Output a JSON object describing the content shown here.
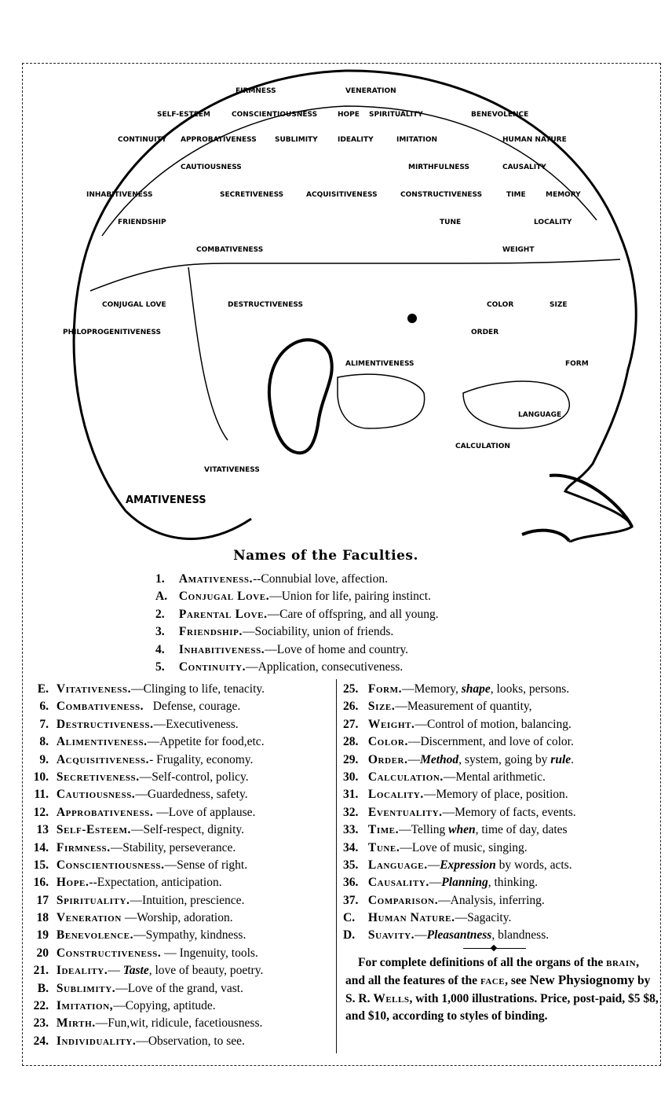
{
  "head": {
    "labels": [
      "FIRMNESS",
      "VENERATION",
      "BENEVOLENCE",
      "SELF-ESTEEM",
      "CONTINUITY",
      "APPROBATIVENESS",
      "CONSCIENTIOUSNESS",
      "HOPE",
      "SPIRITUALITY",
      "IMITATION",
      "SUBLIMITY",
      "IDEALITY",
      "CAUSALITY",
      "HUMAN NATURE",
      "MIRTHFULNESS",
      "CAUTIOUSNESS",
      "INHABITIVENESS",
      "FRIENDSHIP",
      "SECRETIVENESS",
      "ACQUISITIVENESS",
      "CONSTRUCTIVENESS",
      "TIME",
      "MEMORY",
      "LOCALITY",
      "TUNE",
      "COMBATIVENESS",
      "DESTRUCTIVENESS",
      "ALIMENTIVENESS",
      "PHILOPROGENITIVENESS",
      "CONJUGAL LOVE",
      "VITATIVENESS",
      "AMATIVENESS",
      "CALCULATION",
      "LANGUAGE",
      "FORM",
      "SIZE",
      "ORDER",
      "COLOR",
      "WEIGHT"
    ]
  },
  "title": "Names of the Faculties.",
  "top_list": [
    {
      "num": "1.",
      "name": "Amativeness.",
      "desc": [
        [
          "--Connubial love, affection.",
          0
        ]
      ]
    },
    {
      "num": "A.",
      "name": "Conjugal Love.",
      "desc": [
        [
          "—Union for life, pairing instinct.",
          0
        ]
      ]
    },
    {
      "num": "2.",
      "name": "Parental Love.",
      "desc": [
        [
          "—Care of offspring, and all young.",
          0
        ]
      ]
    },
    {
      "num": "3.",
      "name": "Friendship.",
      "desc": [
        [
          "—Sociability, union of friends.",
          0
        ]
      ]
    },
    {
      "num": "4.",
      "name": "Inhabitiveness.",
      "desc": [
        [
          "—Love of home and country.",
          0
        ]
      ]
    },
    {
      "num": "5.",
      "name": "Continuity.",
      "desc": [
        [
          "—Application, consecutiveness.",
          0
        ]
      ]
    }
  ],
  "left_list": [
    {
      "num": "E.",
      "name": "Vitativeness.",
      "desc": [
        [
          "—Clinging to life, tenacity.",
          0
        ]
      ]
    },
    {
      "num": "6.",
      "name": "Combativeness.",
      "desc": [
        [
          "   Defense, courage.",
          0
        ]
      ]
    },
    {
      "num": "7.",
      "name": "Destructiveness.",
      "desc": [
        [
          "—Executiveness.",
          0
        ]
      ]
    },
    {
      "num": "8.",
      "name": "Alimentiveness.",
      "desc": [
        [
          "—Appetite for food,etc.",
          0
        ]
      ]
    },
    {
      "num": "9.",
      "name": "Acquisitiveness.",
      "desc": [
        [
          "- Frugality, economy.",
          0
        ]
      ]
    },
    {
      "num": "10.",
      "name": "Secretiveness.",
      "desc": [
        [
          "—Self-control, policy.",
          0
        ]
      ]
    },
    {
      "num": "11.",
      "name": "Cautiousness.",
      "desc": [
        [
          "—Guardedness, safety.",
          0
        ]
      ]
    },
    {
      "num": "12.",
      "name": "Approbativeness.",
      "desc": [
        [
          " —Love of applause.",
          0
        ]
      ]
    },
    {
      "num": "13",
      "name": "Self-Esteem.",
      "desc": [
        [
          "—Self-respect, dignity.",
          0
        ]
      ]
    },
    {
      "num": "14.",
      "name": "Firmness.",
      "desc": [
        [
          "—Stability, perseverance.",
          0
        ]
      ]
    },
    {
      "num": "15.",
      "name": "Conscientiousness.",
      "desc": [
        [
          "—Sense of right.",
          0
        ]
      ]
    },
    {
      "num": "16.",
      "name": "Hope.",
      "desc": [
        [
          "--Expectation, anticipation.",
          0
        ]
      ]
    },
    {
      "num": "17",
      "name": "Spirituality.",
      "desc": [
        [
          "—Intuition, prescience.",
          0
        ]
      ]
    },
    {
      "num": "18",
      "name": "Veneration",
      "desc": [
        [
          " —Worship, adoration.",
          0
        ]
      ]
    },
    {
      "num": "19",
      "name": "Benevolence.",
      "desc": [
        [
          "—Sympathy, kindness.",
          0
        ]
      ]
    },
    {
      "num": "20",
      "name": "Constructiveness.",
      "desc": [
        [
          " — Ingenuity, tools.",
          0
        ]
      ]
    },
    {
      "num": "21.",
      "name": "Ideality.",
      "desc": [
        [
          "— ",
          0
        ],
        [
          "Taste",
          1
        ],
        [
          ", love of beauty, poetry.",
          0
        ]
      ]
    },
    {
      "num": "B.",
      "name": "Sublimity.",
      "desc": [
        [
          "—Love of the grand, vast.",
          0
        ]
      ]
    },
    {
      "num": "22.",
      "name": "Imitation,",
      "desc": [
        [
          "—Copying, aptitude.",
          0
        ]
      ]
    },
    {
      "num": "23.",
      "name": "Mirth.",
      "desc": [
        [
          "—Fun,wit, ridicule, facetiousness.",
          0
        ]
      ]
    },
    {
      "num": "24.",
      "name": "Individuality.",
      "desc": [
        [
          "—Observation, to see.",
          0
        ]
      ]
    }
  ],
  "right_list": [
    {
      "num": "25.",
      "name": "Form.",
      "desc": [
        [
          "—Memory, ",
          0
        ],
        [
          "shape",
          1
        ],
        [
          ", looks, persons.",
          0
        ]
      ]
    },
    {
      "num": "26.",
      "name": "Size.",
      "desc": [
        [
          "—Measurement of quantity,",
          0
        ]
      ]
    },
    {
      "num": "27.",
      "name": "Weight.",
      "desc": [
        [
          "—Control of motion, balancing.",
          0
        ]
      ]
    },
    {
      "num": "28.",
      "name": "Color.",
      "desc": [
        [
          "—Discernment, and love of color.",
          0
        ]
      ]
    },
    {
      "num": "29.",
      "name": "Order.",
      "desc": [
        [
          "—",
          0
        ],
        [
          "Method",
          1
        ],
        [
          ", system, going by ",
          0
        ],
        [
          "rule",
          1
        ],
        [
          ".",
          0
        ]
      ]
    },
    {
      "num": "30.",
      "name": "Calculation.",
      "desc": [
        [
          "—Mental arithmetic.",
          0
        ]
      ]
    },
    {
      "num": "31.",
      "name": "Locality.",
      "desc": [
        [
          "—Memory of place, position.",
          0
        ]
      ]
    },
    {
      "num": "32.",
      "name": "Eventuality.",
      "desc": [
        [
          "—Memory of facts, events.",
          0
        ]
      ]
    },
    {
      "num": "33.",
      "name": "Time.",
      "desc": [
        [
          "—Telling ",
          0
        ],
        [
          "when",
          1
        ],
        [
          ", time of day, dates",
          0
        ]
      ]
    },
    {
      "num": "34.",
      "name": "Tune.",
      "desc": [
        [
          "—Love of music, singing.",
          0
        ]
      ]
    },
    {
      "num": "35.",
      "name": "Language.",
      "desc": [
        [
          "—",
          0
        ],
        [
          "Expression",
          1
        ],
        [
          " by words, acts.",
          0
        ]
      ]
    },
    {
      "num": "36.",
      "name": "Causality.",
      "desc": [
        [
          "—",
          0
        ],
        [
          "Planning",
          1
        ],
        [
          ", thinking.",
          0
        ]
      ]
    },
    {
      "num": "37.",
      "name": "Comparison.",
      "desc": [
        [
          "—Analysis, inferring.",
          0
        ]
      ]
    },
    {
      "num": "C.",
      "name": "Human  Nature.",
      "desc": [
        [
          "—Sagacity.",
          0
        ]
      ]
    },
    {
      "num": "D.",
      "name": "Suavity.",
      "desc": [
        [
          "—",
          0
        ],
        [
          "Pleasantness",
          1
        ],
        [
          ", blandness.",
          0
        ]
      ]
    }
  ],
  "note": {
    "t1": "For complete definitions of all the organs of the ",
    "brain": "brain",
    "t2": ", and all the features of the ",
    "face": "face",
    "t3": ", see ",
    "book": "New Physiognomy",
    "t4": " by S. R. ",
    "author": "Wells",
    "t5": ", with 1,000 illustrations.  Price, post-paid, $5 $8, and $10, according to styles of binding."
  }
}
